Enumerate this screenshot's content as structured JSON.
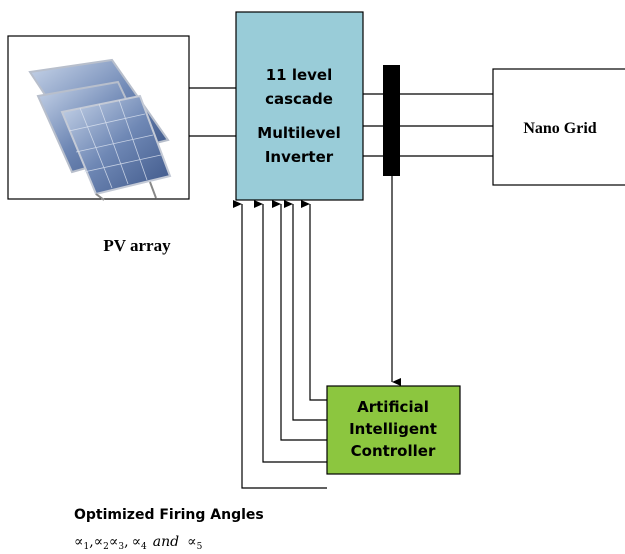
{
  "pv_array": {
    "label": "PV array"
  },
  "inverter": {
    "lines": [
      "11 level",
      "cascade",
      "Multilevel",
      "Inverter"
    ],
    "color": "#99CCD8"
  },
  "nano_grid": {
    "label": "Nano Grid"
  },
  "controller": {
    "lines": [
      "Artificial",
      "Intelligent",
      "Controller"
    ],
    "color": "#8CC63F"
  },
  "firing": {
    "title": "Optimized Firing Angles",
    "alphas": [
      "∝",
      "∝",
      "∝",
      "∝",
      "∝"
    ],
    "subs": [
      "1",
      "2",
      "3",
      "4",
      "5"
    ],
    "sep": ",",
    "and_text": "and"
  }
}
